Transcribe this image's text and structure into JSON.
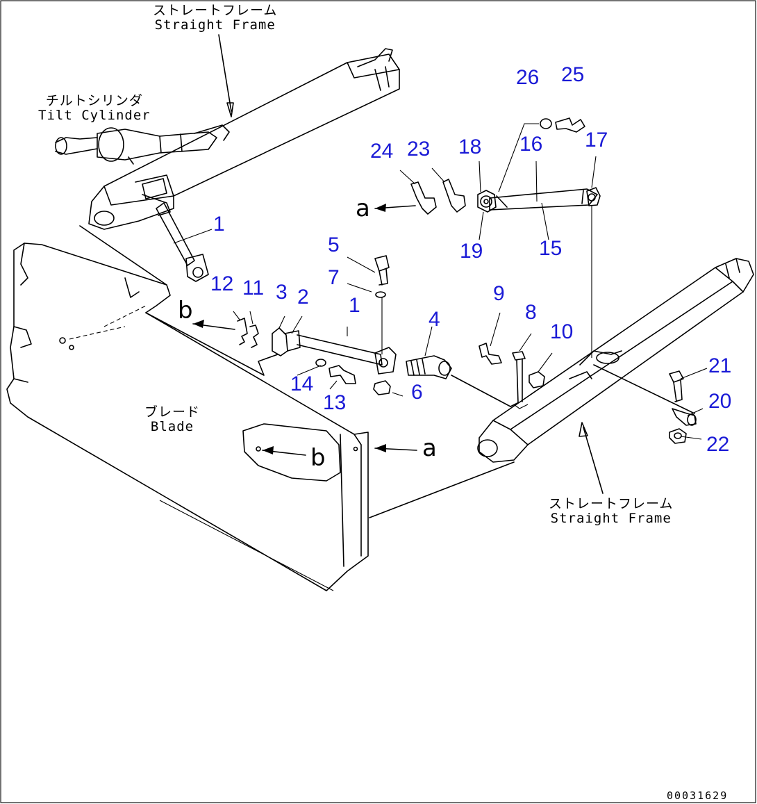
{
  "labels": {
    "frame_top_jp": "ストレートフレーム",
    "frame_top_en": "Straight Frame",
    "tilt_jp": "チルトシリンダ",
    "tilt_en": "Tilt Cylinder",
    "blade_jp": "ブレード",
    "blade_en": "Blade",
    "frame_bottom_jp": "ストレートフレーム",
    "frame_bottom_en": "Straight Frame"
  },
  "refs": {
    "a_top": "a",
    "b_left": "b",
    "a_right": "a",
    "b_plate": "b"
  },
  "callouts": {
    "n1_top": "1",
    "n1_mid": "1",
    "n2": "2",
    "n3": "3",
    "n4": "4",
    "n5": "5",
    "n6": "6",
    "n7": "7",
    "n8": "8",
    "n9": "9",
    "n10": "10",
    "n11": "11",
    "n12": "12",
    "n13": "13",
    "n14": "14",
    "n15": "15",
    "n16": "16",
    "n17": "17",
    "n18": "18",
    "n19": "19",
    "n20": "20",
    "n21": "21",
    "n22": "22",
    "n23": "23",
    "n24": "24",
    "n25": "25",
    "n26": "26"
  },
  "drawing_code": "00031629"
}
